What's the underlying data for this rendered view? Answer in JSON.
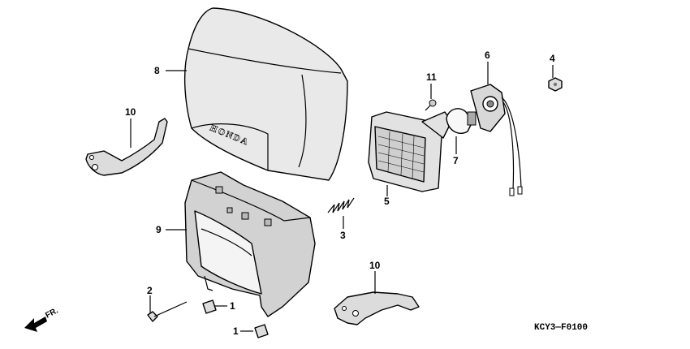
{
  "callouts": [
    {
      "id": "8",
      "text": "8"
    },
    {
      "id": "10a",
      "text": "10"
    },
    {
      "id": "11",
      "text": "11"
    },
    {
      "id": "6",
      "text": "6"
    },
    {
      "id": "4",
      "text": "4"
    },
    {
      "id": "7",
      "text": "7"
    },
    {
      "id": "5",
      "text": "5"
    },
    {
      "id": "3",
      "text": "3"
    },
    {
      "id": "9",
      "text": "9"
    },
    {
      "id": "2",
      "text": "2"
    },
    {
      "id": "1a",
      "text": "1"
    },
    {
      "id": "1b",
      "text": "1"
    },
    {
      "id": "10b",
      "text": "10"
    }
  ],
  "emboss_text": "HONDA",
  "direction_label": "FR.",
  "diagram_code": "KCY3—F0100"
}
